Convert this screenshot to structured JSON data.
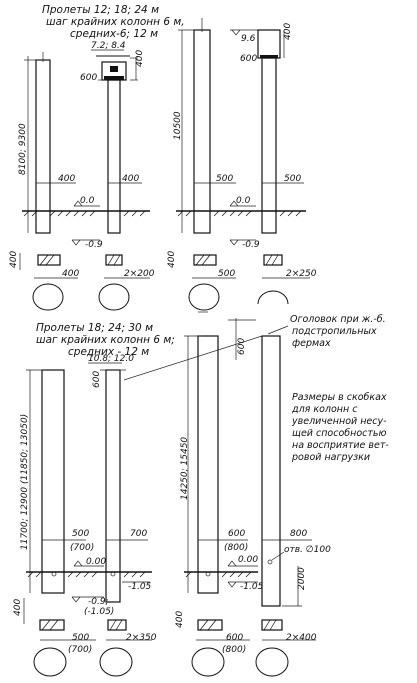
{
  "top": {
    "header": {
      "line1": "Пролеты 12; 18; 24 м",
      "line2": "шаг крайних колонн 6 м,",
      "line3": "средних-6; 12 м"
    },
    "left": {
      "top_dim": "7.2; 8.4",
      "cap_dim": "600",
      "cap_h": "400",
      "height": "8100; 9300",
      "w_edge": "400",
      "w_mid": "400",
      "level": "0.0",
      "below": "-0.9",
      "foot_h": "400",
      "sec_edge": "400",
      "sec_mid": "2×200"
    },
    "right": {
      "top_dim": "9.6",
      "cap_dim": "600",
      "cap_h": "400",
      "height": "10500",
      "w_edge": "500",
      "w_mid": "500",
      "level": "0.0",
      "below": "-0.9",
      "foot_h": "400",
      "sec_edge": "500",
      "sec_mid": "2×250"
    }
  },
  "bottom": {
    "header": {
      "line1": "Пролеты 18; 24; 30 м",
      "line2": "шаг крайних колонн 6 м;",
      "line3": "средних - 12 м"
    },
    "left": {
      "top_dim": "10.8; 12.0",
      "cap_dim": "600",
      "height": "11700; 12900 (11850; 13050)",
      "w_edge": "500",
      "w_edge_alt": "(700)",
      "w_mid": "700",
      "level": "0.00",
      "below1": "-1.05",
      "below2": "-0.9;",
      "below3": "(-1.05)",
      "foot_h": "400",
      "sec_edge": "500",
      "sec_edge_alt": "(700)",
      "sec_mid": "2×350"
    },
    "right": {
      "cap_dim": "600",
      "height": "14250; 15450",
      "w_edge": "600",
      "w_edge_alt": "(800)",
      "w_mid": "800",
      "level": "0.00",
      "hole": "отв. ∅100",
      "below1": "-1.05",
      "base_h": "2000",
      "foot_h": "400",
      "sec_edge": "600",
      "sec_edge_alt": "(800)",
      "sec_mid": "2×400"
    },
    "notes": {
      "note1": [
        "Оголовок при ж.-б.",
        "подстропильных",
        "фермах"
      ],
      "note2": [
        "Размеры в скобках",
        "для колонн с",
        "увеличенной несу-",
        "щей способностью",
        "на восприятие вет-",
        "ровой нагрузки"
      ]
    }
  }
}
